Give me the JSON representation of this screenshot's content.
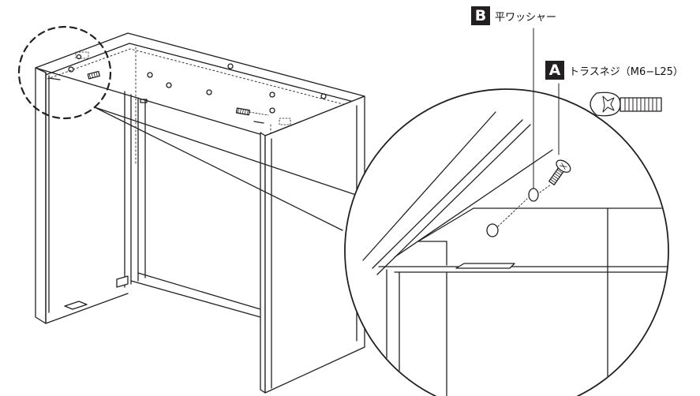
{
  "callouts": [
    {
      "letter": "B",
      "text": "平ワッシャー"
    },
    {
      "letter": "A",
      "text": "トラスネジ（M6−L25）"
    }
  ],
  "colors": {
    "line": "#231f20",
    "badge_bg": "#231f20",
    "badge_text": "#ffffff",
    "background": "#ffffff"
  }
}
